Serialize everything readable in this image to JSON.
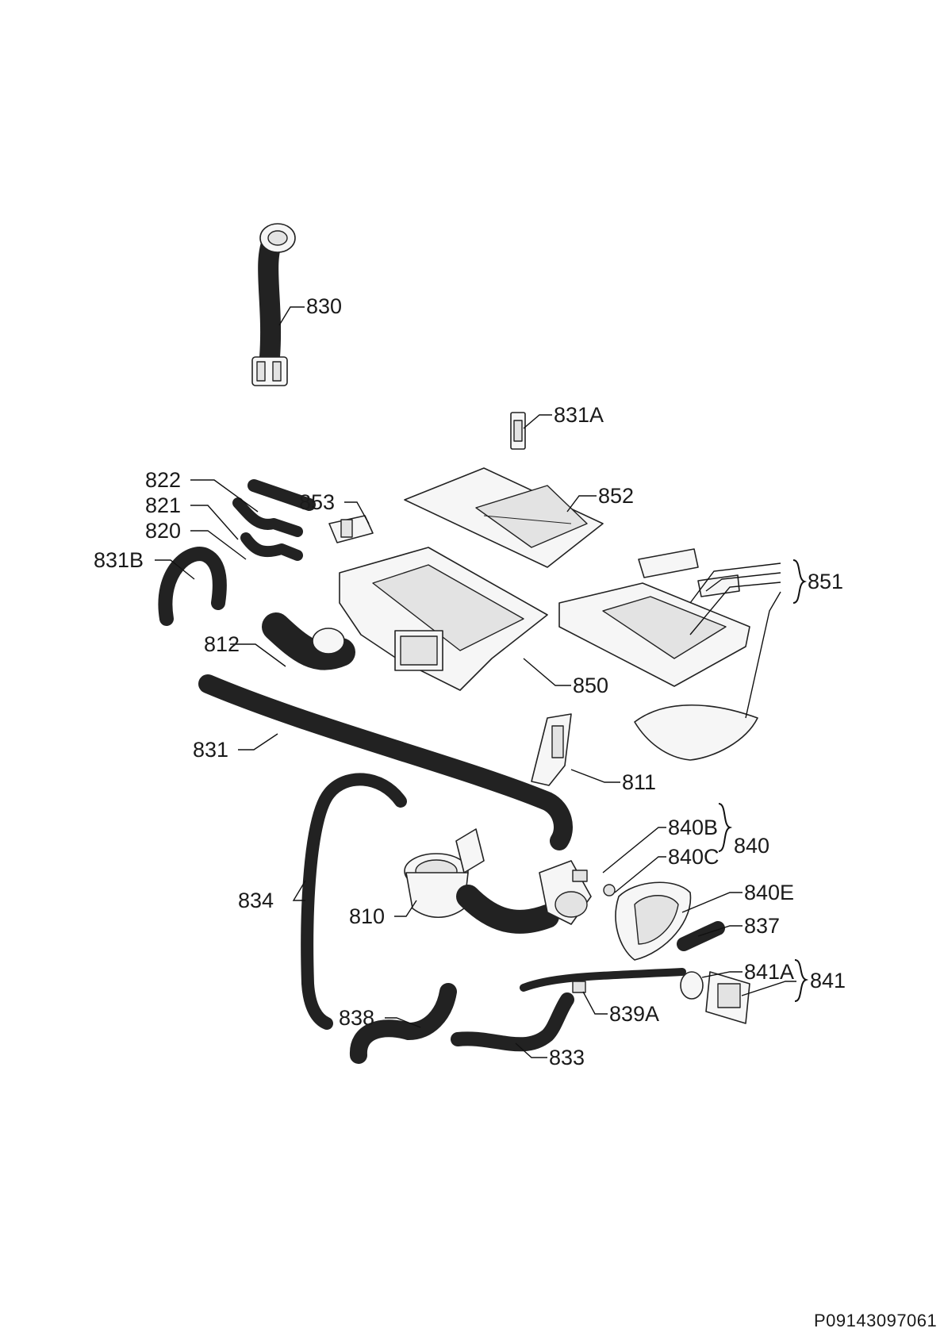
{
  "callouts": [
    {
      "id": "830",
      "text": "830"
    },
    {
      "id": "831A",
      "text": "831A"
    },
    {
      "id": "822",
      "text": "822"
    },
    {
      "id": "821",
      "text": "821"
    },
    {
      "id": "820",
      "text": "820"
    },
    {
      "id": "853",
      "text": "853"
    },
    {
      "id": "852",
      "text": "852"
    },
    {
      "id": "831B",
      "text": "831B"
    },
    {
      "id": "851",
      "text": "851"
    },
    {
      "id": "812",
      "text": "812"
    },
    {
      "id": "850",
      "text": "850"
    },
    {
      "id": "831",
      "text": "831"
    },
    {
      "id": "811",
      "text": "811"
    },
    {
      "id": "840B",
      "text": "840B"
    },
    {
      "id": "840",
      "text": "840"
    },
    {
      "id": "840C",
      "text": "840C"
    },
    {
      "id": "840E",
      "text": "840E"
    },
    {
      "id": "834",
      "text": "834"
    },
    {
      "id": "810",
      "text": "810"
    },
    {
      "id": "837",
      "text": "837"
    },
    {
      "id": "841A",
      "text": "841A"
    },
    {
      "id": "841",
      "text": "841"
    },
    {
      "id": "839A",
      "text": "839A"
    },
    {
      "id": "838",
      "text": "838"
    },
    {
      "id": "833",
      "text": "833"
    }
  ],
  "document_code": "P09143097061"
}
